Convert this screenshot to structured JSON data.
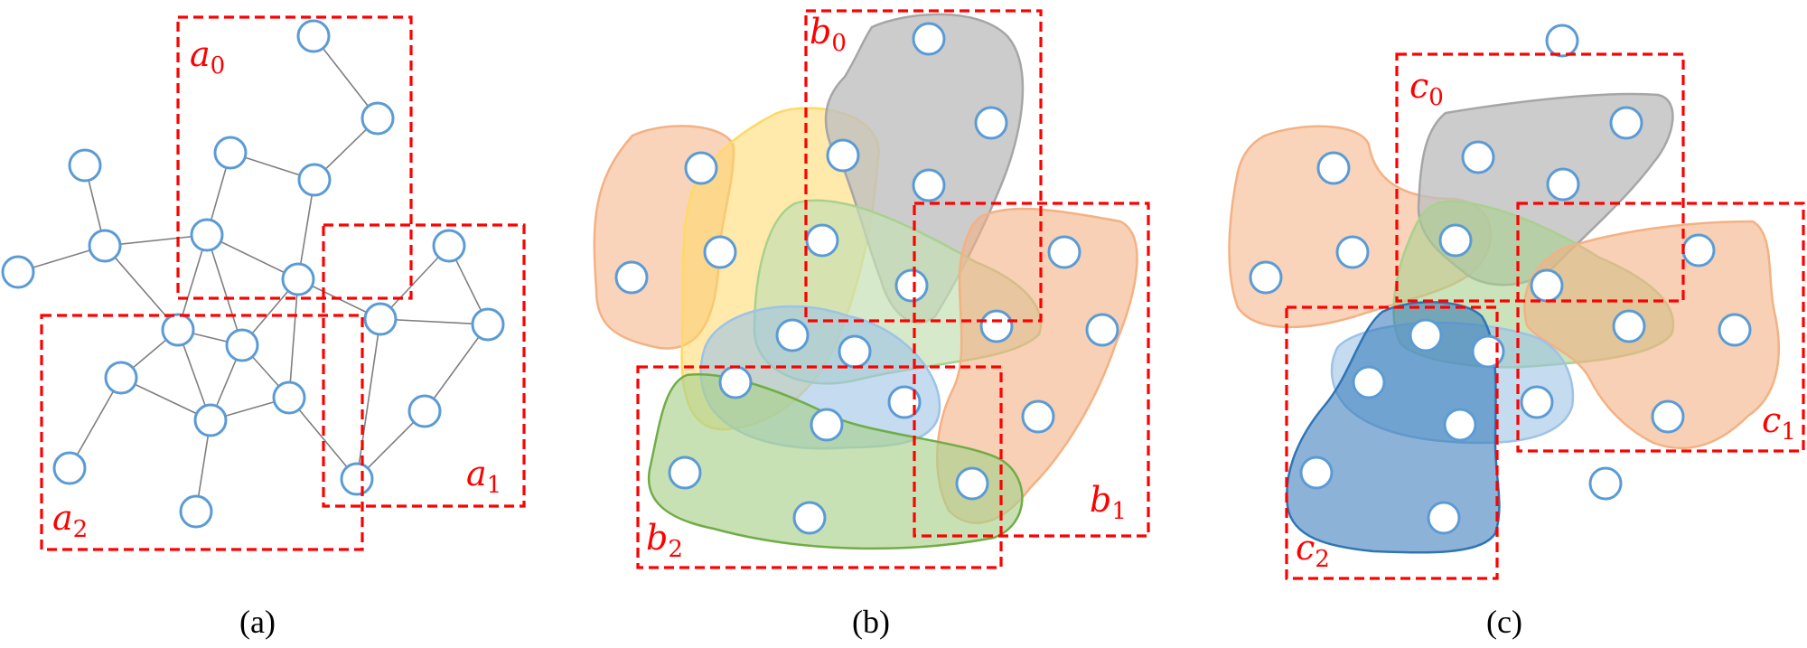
{
  "panels": [
    {
      "caption": "(a)",
      "boxes": [
        {
          "letter": "a",
          "index": "0"
        },
        {
          "letter": "a",
          "index": "1"
        },
        {
          "letter": "a",
          "index": "2"
        }
      ]
    },
    {
      "caption": "(b)",
      "boxes": [
        {
          "letter": "b",
          "index": "0"
        },
        {
          "letter": "b",
          "index": "1"
        },
        {
          "letter": "b",
          "index": "2"
        }
      ]
    },
    {
      "caption": "(c)",
      "boxes": [
        {
          "letter": "c",
          "index": "0"
        },
        {
          "letter": "c",
          "index": "1"
        },
        {
          "letter": "c",
          "index": "2"
        }
      ]
    }
  ],
  "colors": {
    "node_stroke": "#5b9bd5",
    "box_stroke": "#ff0000",
    "edge": "#7f7f7f",
    "orange_fill": "#f4b183",
    "gray_fill": "#bfbfbf",
    "green_fill": "#a9d18e",
    "yellow_fill": "#ffd966",
    "light_blue_fill": "#9dc3e6",
    "dark_blue_fill": "#2e75b6"
  }
}
